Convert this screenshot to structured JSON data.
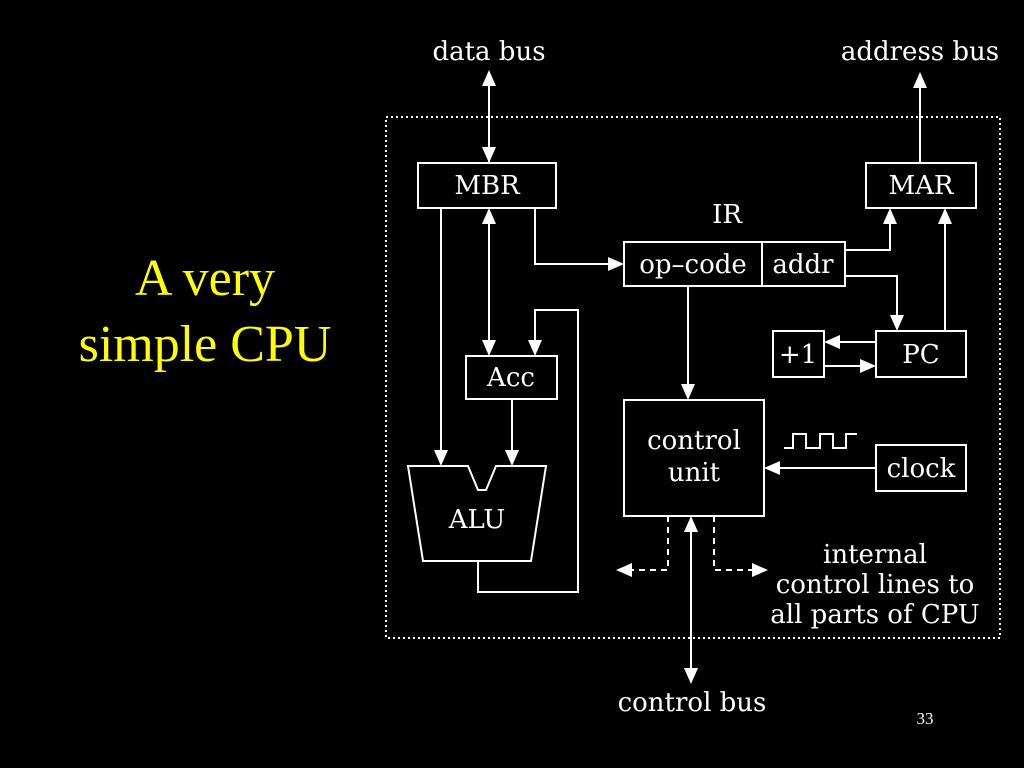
{
  "slide": {
    "title_line1": "A very",
    "title_line2": "simple CPU",
    "page_number": "33"
  },
  "diagram": {
    "external_labels": {
      "data_bus": "data bus",
      "address_bus": "address bus",
      "control_bus": "control bus"
    },
    "registers": {
      "mbr": "MBR",
      "mar": "MAR",
      "ir": "IR",
      "op_code": "op–code",
      "addr": "addr",
      "acc": "Acc",
      "pc": "PC",
      "incrementer": "+1",
      "alu": "ALU",
      "clock": "clock"
    },
    "control_unit": {
      "line1": "control",
      "line2": "unit"
    },
    "note": {
      "line1": "internal",
      "line2": "control lines to",
      "line3": "all parts of CPU"
    }
  }
}
